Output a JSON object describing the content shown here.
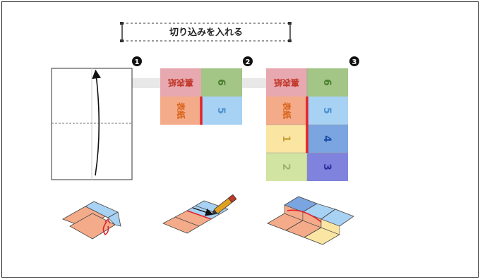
{
  "title": "切り込みを入れる",
  "steps": [
    {
      "number": "1"
    },
    {
      "number": "2",
      "cells": [
        "裏表紙",
        "6",
        "表紙",
        "5"
      ]
    },
    {
      "number": "3",
      "cells": [
        "裏表紙",
        "6",
        "表紙",
        "5",
        "1",
        "4",
        "2",
        "3"
      ]
    }
  ],
  "colors": {
    "pink": "#e8a8b0",
    "green": "#a3c585",
    "salmon": "#f4ab8a",
    "lightblue": "#a8d2f4",
    "yellow": "#fbe5a2",
    "lightgreen": "#d2e4a2",
    "blue": "#7aa5e0",
    "indigo": "#7f83dd",
    "cut_red": "#e0232b",
    "connector_gray": "#e8e8e8"
  }
}
